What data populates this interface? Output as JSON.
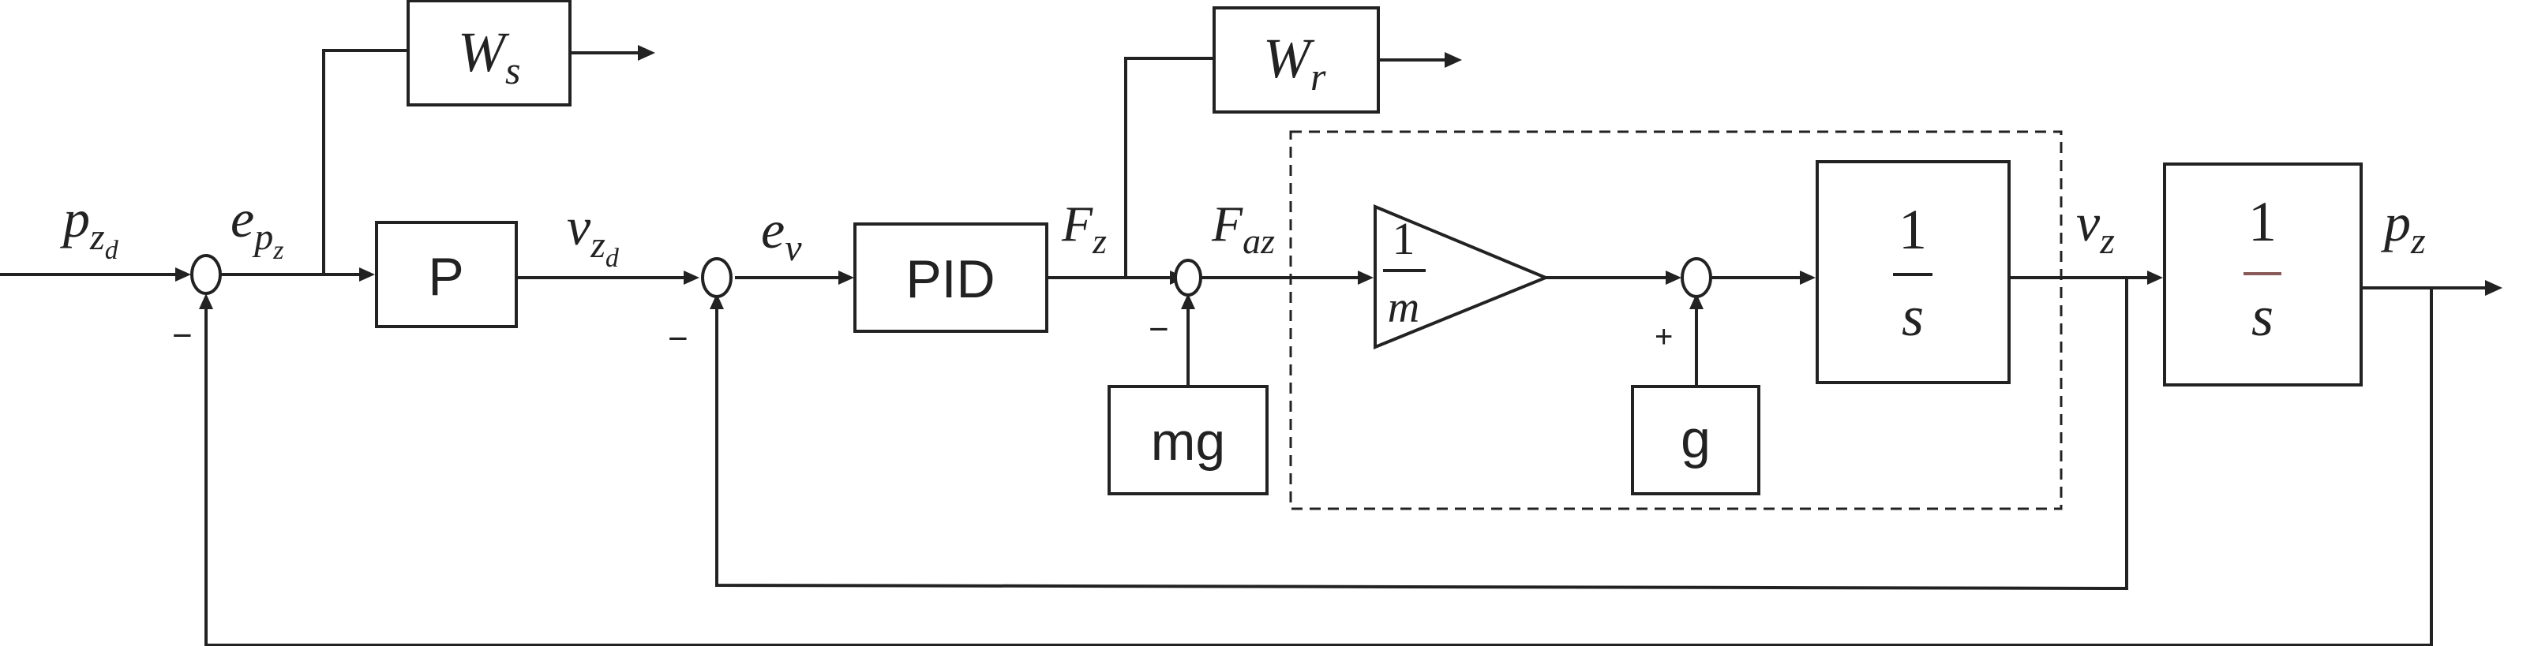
{
  "blocks": {
    "ws": {
      "label": "W",
      "sub": "s"
    },
    "wr": {
      "label": "W",
      "sub": "r"
    },
    "p": {
      "label": "P"
    },
    "pid": {
      "label": "PID"
    },
    "mg": {
      "label": "mg"
    },
    "g": {
      "label": "g"
    },
    "gain": {
      "num": "1",
      "den": "m"
    },
    "int1": {
      "num": "1",
      "den": "s"
    },
    "int2": {
      "num": "1",
      "den": "s"
    }
  },
  "signals": {
    "p_zd": {
      "main": "p",
      "sub": "z",
      "subsub": "d"
    },
    "e_pz": {
      "main": "e",
      "sub": "p",
      "subsub": "z"
    },
    "v_zd": {
      "main": "v",
      "sub": "z",
      "subsub": "d"
    },
    "e_v": {
      "main": "e",
      "sub": "v"
    },
    "f_z": {
      "main": "F",
      "sub": "z"
    },
    "f_az": {
      "main": "F",
      "sub": "az"
    },
    "v_z": {
      "main": "v",
      "sub": "z"
    },
    "p_z": {
      "main": "p",
      "sub": "z"
    }
  },
  "signs": {
    "sum1_minus": "−",
    "sum2_minus": "−",
    "sum3_minus": "−",
    "sum4_plus": "+"
  }
}
